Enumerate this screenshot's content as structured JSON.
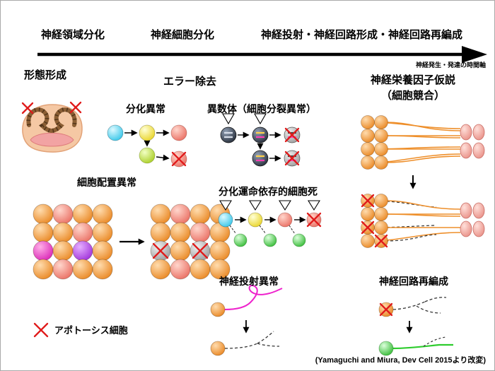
{
  "timeline": {
    "labels": [
      "神経領域分化",
      "神経細胞分化",
      "神経投射・神経回路形成・神経回路再編成"
    ],
    "axis_caption": "神経発生・発達の時間軸"
  },
  "headings": {
    "morphogenesis": "形態形成",
    "error_removal": "エラー除去",
    "differentiation_abnormality": "分化異常",
    "aneuploidy": "異数体（細胞分裂異常）",
    "cell_arrangement_abnormality": "細胞配置異常",
    "fate_dependent_cell_death": "分化運命依存的細胞死",
    "projection_abnormality": "神経投射異常",
    "neurotrophic_line1": "神経栄養因子仮説",
    "neurotrophic_line2": "（細胞競合）",
    "circuit_reorganization": "神経回路再編成"
  },
  "legend": {
    "label": "アポトーシス細胞"
  },
  "citation": "(Yamaguchi and Miura, Dev Cell 2015より改変)",
  "grids": {
    "before": [
      [
        "o",
        "s",
        "o",
        "o"
      ],
      [
        "o",
        "o",
        "s",
        "o"
      ],
      [
        "m",
        "o",
        "v",
        "o"
      ],
      [
        "o",
        "s",
        "o",
        "o"
      ]
    ],
    "after": [
      [
        "o",
        "s",
        "o",
        "o"
      ],
      [
        "o",
        "o",
        "s",
        "o"
      ],
      [
        "x",
        "o",
        "x",
        "o"
      ],
      [
        "o",
        "s",
        "o",
        "o"
      ]
    ]
  },
  "neurotrophic": {
    "before": [
      [
        "a",
        "a"
      ],
      [
        "a",
        "a"
      ],
      [
        "a",
        "a"
      ],
      [
        "a",
        "a"
      ]
    ],
    "after": [
      [
        "d",
        "a"
      ],
      [
        "a",
        "a"
      ],
      [
        "d",
        "a"
      ],
      [
        "a",
        "d"
      ]
    ]
  },
  "colors": {
    "orange": "#F49D2D",
    "salmon": "#F4837D",
    "magenta": "#E93FC9",
    "violet": "#BC55EE",
    "cyan": "#59D7F2",
    "yellow": "#F2E13C",
    "yellow_green": "#BCDE3A",
    "green": "#53D453",
    "dead_gray": "#BDBDBD",
    "apoptosis_x": "#E01B1B",
    "axon_orange": "#EE8F2B",
    "axon_magenta": "#EE22CC",
    "axon_green": "#2ECC2E",
    "target_pink": "#F2A29B",
    "dark_cell": "#3A4250"
  }
}
